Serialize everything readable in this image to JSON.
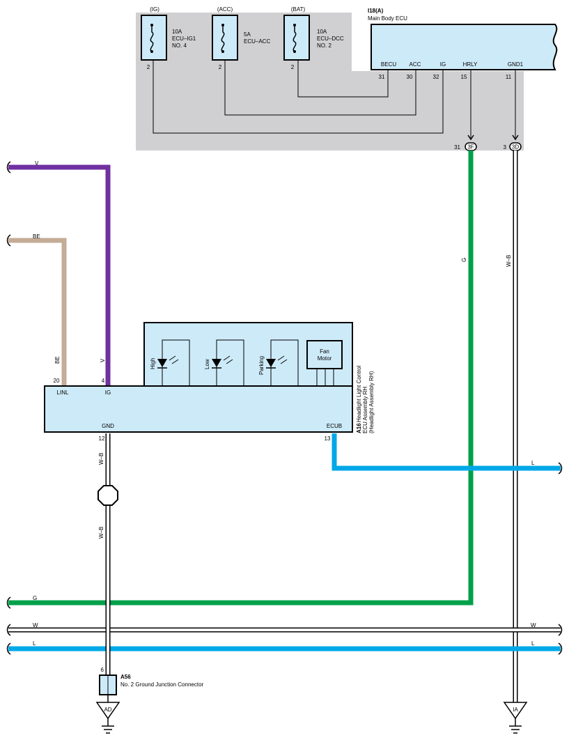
{
  "fuses": [
    {
      "source": "(IG)",
      "amp": "10A",
      "name": "ECU–IG1",
      "num": "NO. 4",
      "pin": "2"
    },
    {
      "source": "(ACC)",
      "amp": "5A",
      "name": "ECU–ACC",
      "num": "",
      "pin": "2"
    },
    {
      "source": "(BAT)",
      "amp": "10A",
      "name": "ECU–DCC",
      "num": "NO. 2",
      "pin": "2"
    }
  ],
  "ecu_main": {
    "id": "I18(A)",
    "name": "Main Body ECU",
    "terminals": [
      {
        "label": "BECU",
        "pin": "31"
      },
      {
        "label": "ACC",
        "pin": "30"
      },
      {
        "label": "IG",
        "pin": "32"
      },
      {
        "label": "HRLY",
        "pin": "15"
      },
      {
        "label": "GND1",
        "pin": "11"
      }
    ]
  },
  "junctions": [
    {
      "pin": "31",
      "code": "3F"
    },
    {
      "pin": "3",
      "code": "3D"
    }
  ],
  "headlight_ecu": {
    "id": "A16",
    "line1": "Headlight Light Control",
    "line2": "ECU Assembly RH",
    "line3": "(Headlight Assembly RH)",
    "terminals": {
      "linl": {
        "label": "LINL",
        "pin": "20"
      },
      "ig": {
        "label": "IG",
        "pin": "4"
      },
      "gnd": {
        "label": "GND",
        "pin": "12"
      },
      "ecub": {
        "label": "ECUB",
        "pin": "13"
      }
    },
    "leds": [
      "High",
      "Low",
      "Parking"
    ],
    "fan_line1": "Fan",
    "fan_line2": "Motor"
  },
  "wire_labels": {
    "v_left": "V",
    "be_left": "BE",
    "be_vert": "BE",
    "v_vert": "V",
    "g_vert": "G",
    "wb_vert_right": "W–B",
    "wb_upper": "W–B",
    "wb_lower": "W–B",
    "l_ecub": "L",
    "g_bottom": "G",
    "w_left": "W",
    "w_right": "W",
    "l_left": "L",
    "l_right": "L"
  },
  "ground_connector": {
    "pin": "6",
    "id": "A56",
    "name": "No.  2 Ground Junction Connector"
  },
  "grounds": {
    "left": "AD",
    "right": "IA"
  },
  "colors": {
    "violet": "#7030a0",
    "beige": "#c4ac96",
    "green": "#00a04a",
    "blue": "#00a8e8",
    "box_fill": "#cdeaf8",
    "shade": "#d0d0d2"
  }
}
